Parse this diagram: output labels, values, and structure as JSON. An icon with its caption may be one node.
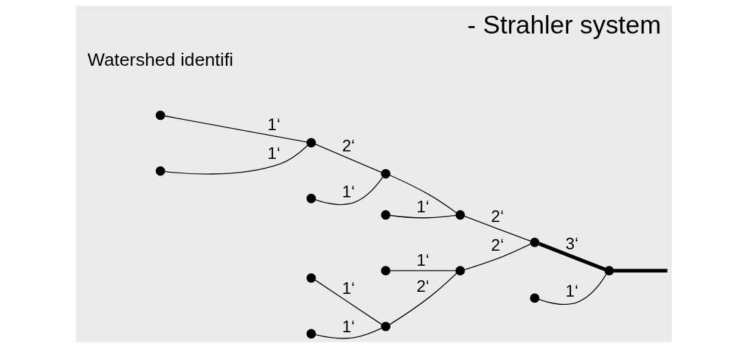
{
  "diagram": {
    "title": "- Strahler system",
    "nodes": [
      {
        "text": [],
        "shape": "circle"
      },
      {
        "text": [],
        "shape": "circle"
      },
      {
        "text": [],
        "shape": "circle"
      },
      {
        "text": [],
        "shape": "circle"
      },
      {
        "text": [],
        "shape": "circle"
      },
      {
        "text": [],
        "shape": "circle"
      },
      {
        "text": [],
        "shape": "circle"
      },
      {
        "text": [],
        "shape": "circle"
      },
      {
        "text": [],
        "shape": "circle"
      },
      {
        "text": [],
        "shape": "circle"
      },
      {
        "text": [],
        "shape": "circle"
      },
      {
        "text": [],
        "shape": "circle"
      },
      {
        "text": [],
        "shape": "circle"
      },
      {
        "text": [],
        "shape": "circle"
      },
      {
        "text": [],
        "shape": "circle"
      }
    ],
    "edges": [
      {
        "from": 0,
        "to": 2,
        "arrow": "none",
        "label": "1‘"
      },
      {
        "from": 1,
        "to": 2,
        "arrow": "none",
        "label": "1‘"
      },
      {
        "from": 2,
        "to": 4,
        "arrow": "none",
        "label": "2‘"
      },
      {
        "from": 3,
        "to": 4,
        "arrow": "none",
        "label": "1‘"
      },
      {
        "from": 4,
        "to": 6,
        "arrow": "none"
      },
      {
        "from": 5,
        "to": 6,
        "arrow": "none",
        "label": "1‘"
      },
      {
        "from": 6,
        "to": 7,
        "arrow": "none",
        "label": "2‘"
      },
      {
        "from": 8,
        "to": 10,
        "arrow": "none",
        "label": "1‘"
      },
      {
        "from": 9,
        "to": 10,
        "arrow": "none",
        "label": "1‘"
      },
      {
        "from": 10,
        "to": 11,
        "arrow": "none",
        "label": "2‘"
      },
      {
        "from": 12,
        "to": 11,
        "arrow": "none",
        "label": "1‘"
      },
      {
        "from": 11,
        "to": 7,
        "arrow": "none",
        "label": "2‘"
      },
      {
        "from": 7,
        "to": 14,
        "arrow": "none",
        "label": "3‘",
        "style": "thick"
      },
      {
        "from": 13,
        "to": 14,
        "arrow": "none",
        "label": "1‘"
      },
      {
        "from": 14,
        "to": null,
        "arrow": "none",
        "style": "thick"
      }
    ],
    "labels": [
      "Watershed identifi"
    ]
  }
}
